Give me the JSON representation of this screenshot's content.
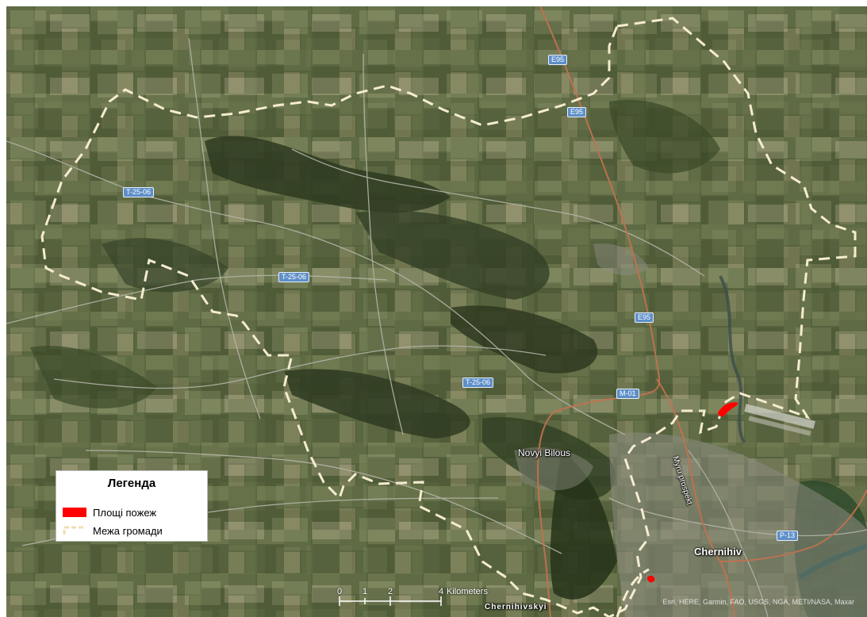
{
  "colors": {
    "fire_area": "#ff0000",
    "boundary": "#f5ecd0",
    "major_road": "#c0724f",
    "minor_road": "#b4b4a8",
    "road_shield": "#5e8fc8"
  },
  "legend": {
    "title": "Легенда",
    "items": [
      {
        "label": "Площі пожеж",
        "symbol": "red-fill"
      },
      {
        "label": "Межа громади",
        "symbol": "dashed-boundary"
      }
    ]
  },
  "road_labels": [
    "E95",
    "E95",
    "E95",
    "T-25-06",
    "T-25-06",
    "T-25-06",
    "M-01",
    "P-13"
  ],
  "place_labels": {
    "novyi_bilous": "Novyi Bilous",
    "chernihiv": "Chernihiv",
    "myru_prospekt": "Myru prospekt",
    "chernihivskyi": "Chernihivskyi"
  },
  "scale_bar": {
    "ticks": [
      "0",
      "1",
      "2",
      "4"
    ],
    "unit": "Kilometers"
  },
  "attribution": "Esri, HERE, Garmin, FAO, USGS, NGA, METI/NASA, Maxar"
}
